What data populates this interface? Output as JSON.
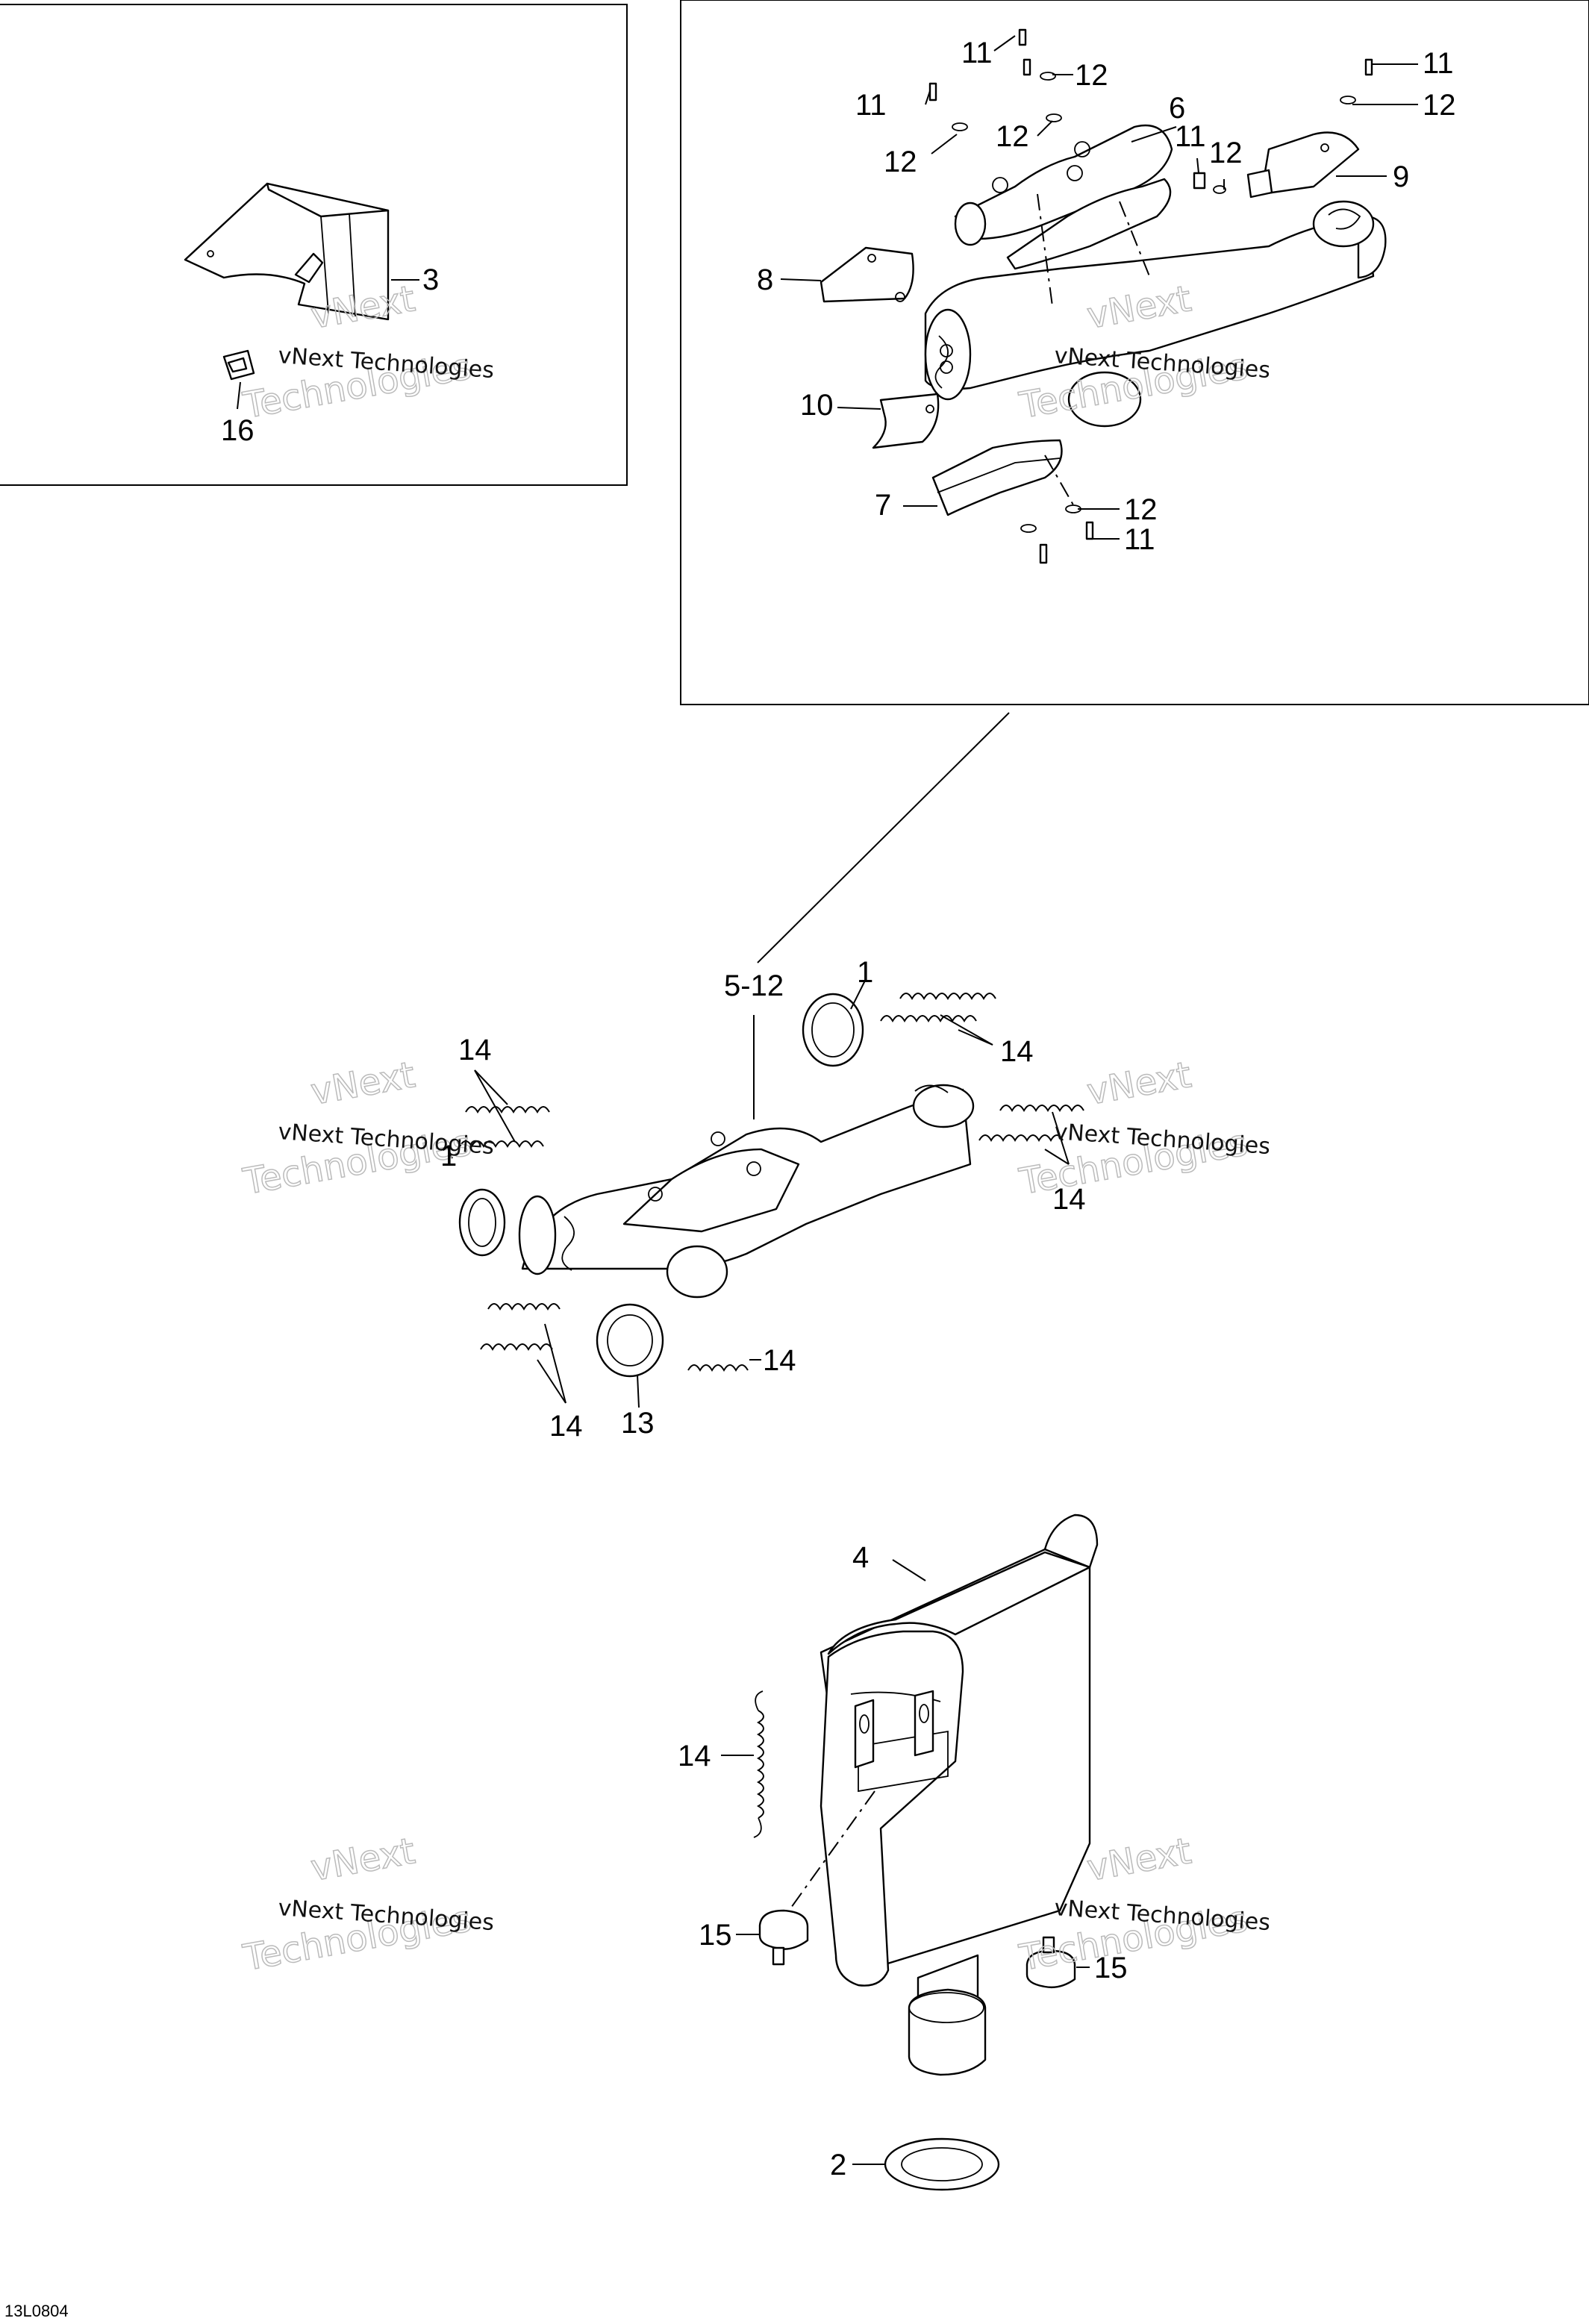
{
  "labels": {
    "p1": "1",
    "p2": "2",
    "p3": "3",
    "p4": "4",
    "p512": "5-12",
    "p6": "6",
    "p7": "7",
    "p8": "8",
    "p9": "9",
    "p10": "10",
    "p11": "11",
    "p12": "12",
    "p13": "13",
    "p14": "14",
    "p15": "15",
    "p16": "16"
  },
  "watermark": {
    "line1": "vNext Technologies",
    "line2a": "vNext",
    "line2b": "Technologies"
  },
  "figure_code": "13L0804"
}
